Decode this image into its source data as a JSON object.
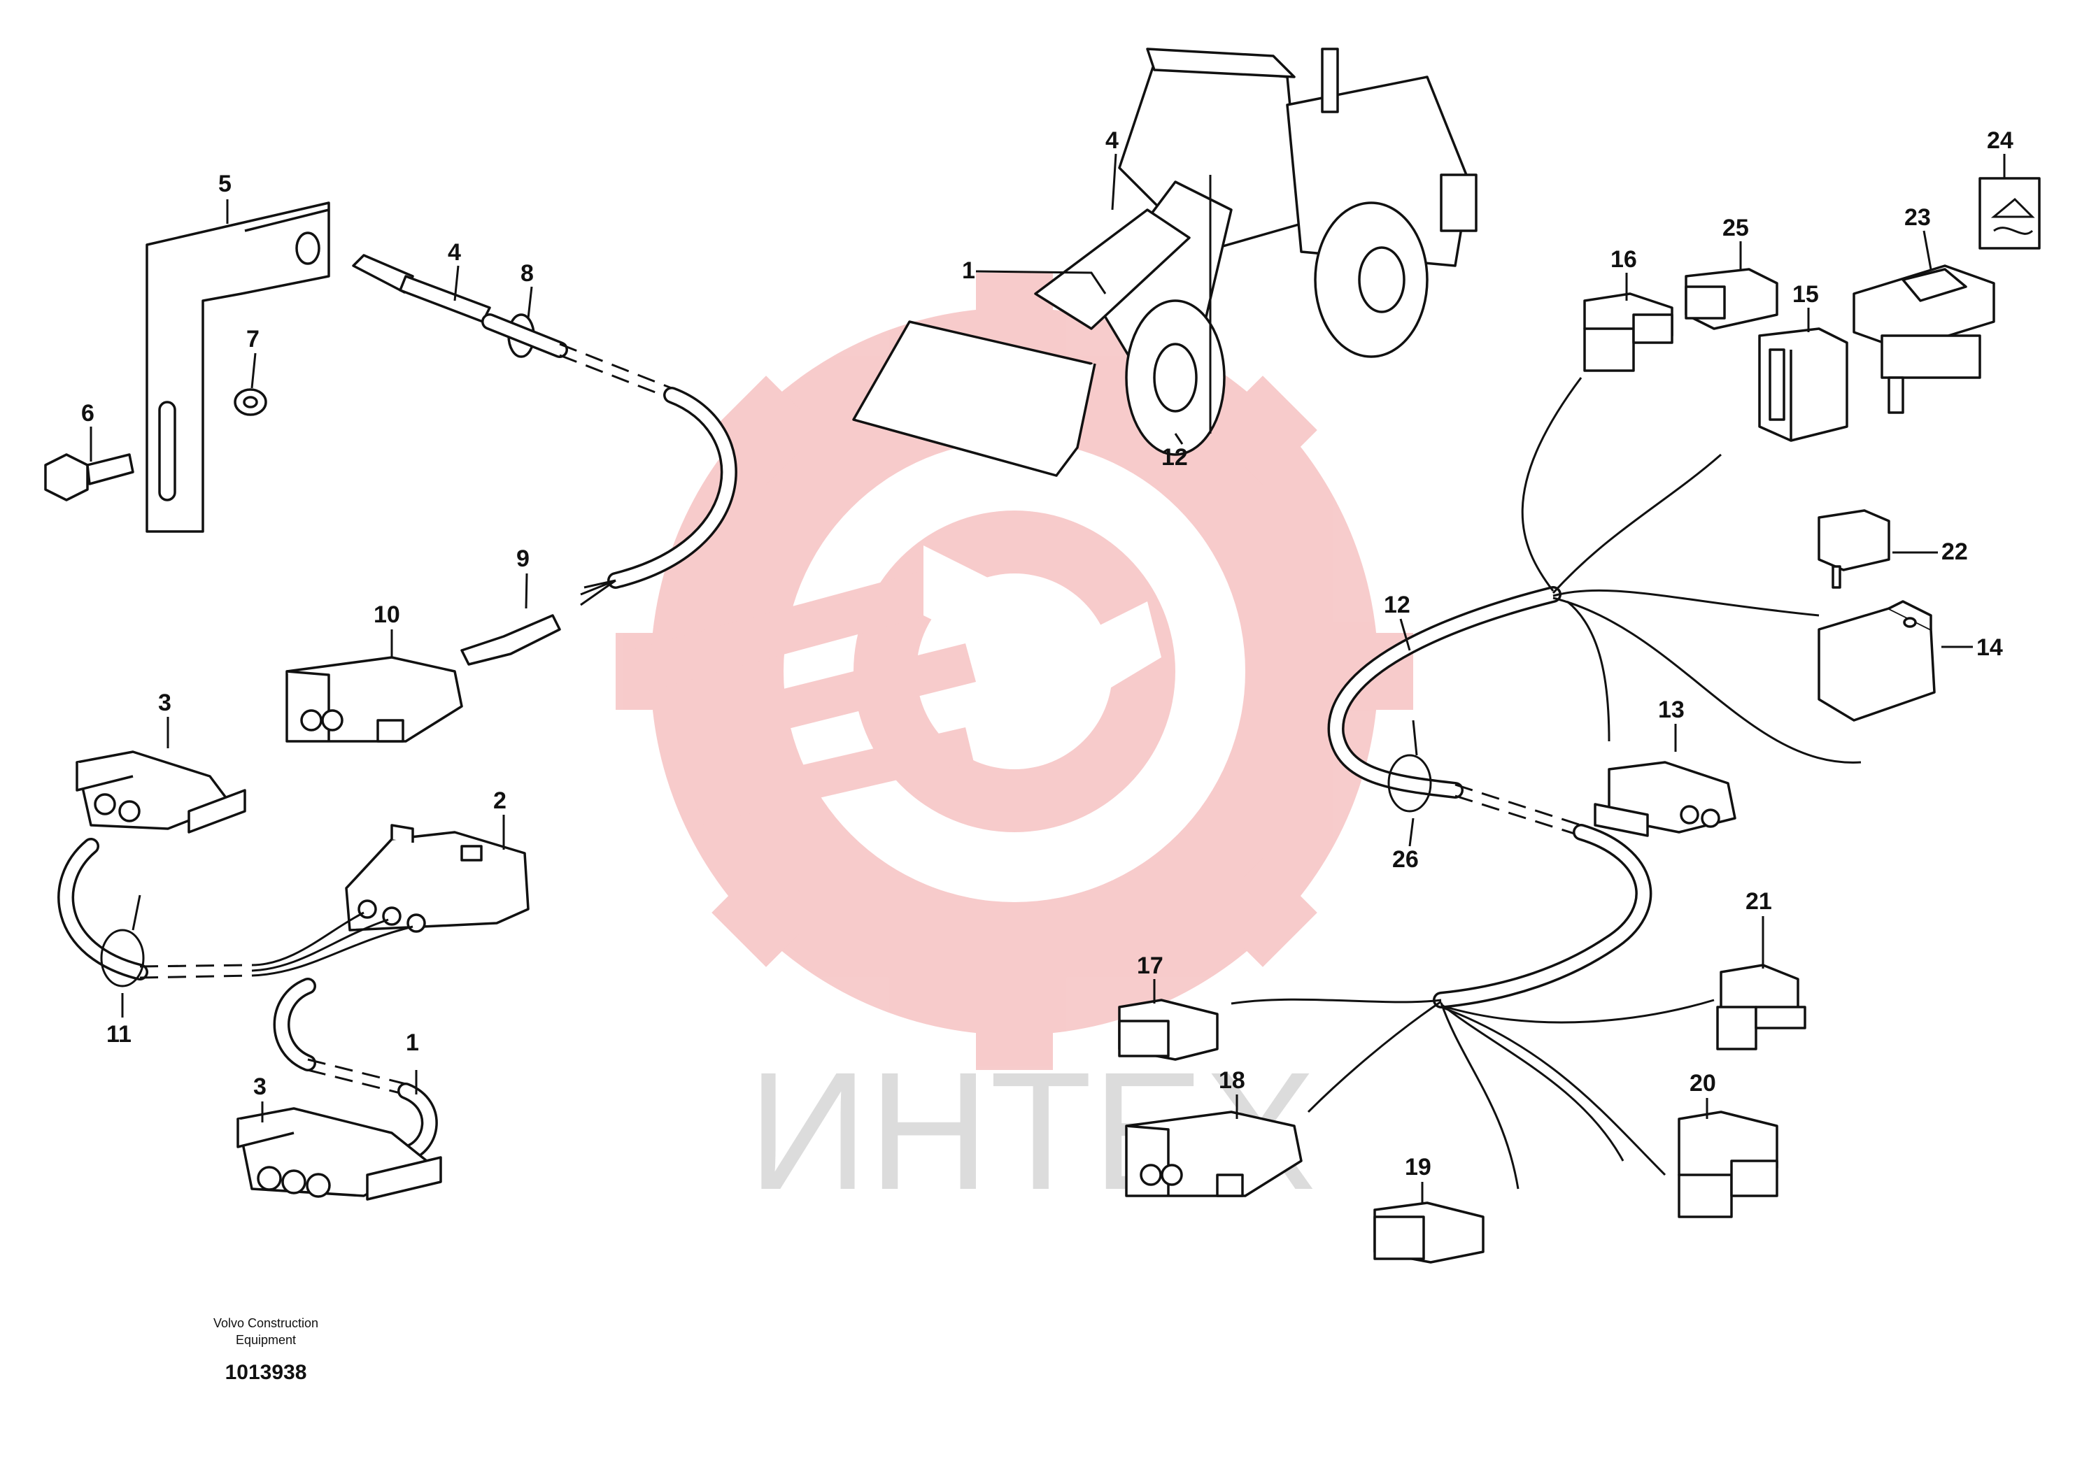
{
  "watermark": {
    "text": "ИНТЕХ",
    "color": "#f7bcbc",
    "text_color": "#d9d9d9"
  },
  "footer": {
    "company": "Volvo Construction Equipment",
    "drawing_number": "1013938"
  },
  "callouts": [
    "1",
    "1",
    "2",
    "3",
    "3",
    "4",
    "4",
    "5",
    "6",
    "7",
    "8",
    "9",
    "10",
    "11",
    "12",
    "12",
    "13",
    "14",
    "15",
    "16",
    "17",
    "18",
    "19",
    "20",
    "21",
    "22",
    "23",
    "24",
    "25",
    "26"
  ]
}
